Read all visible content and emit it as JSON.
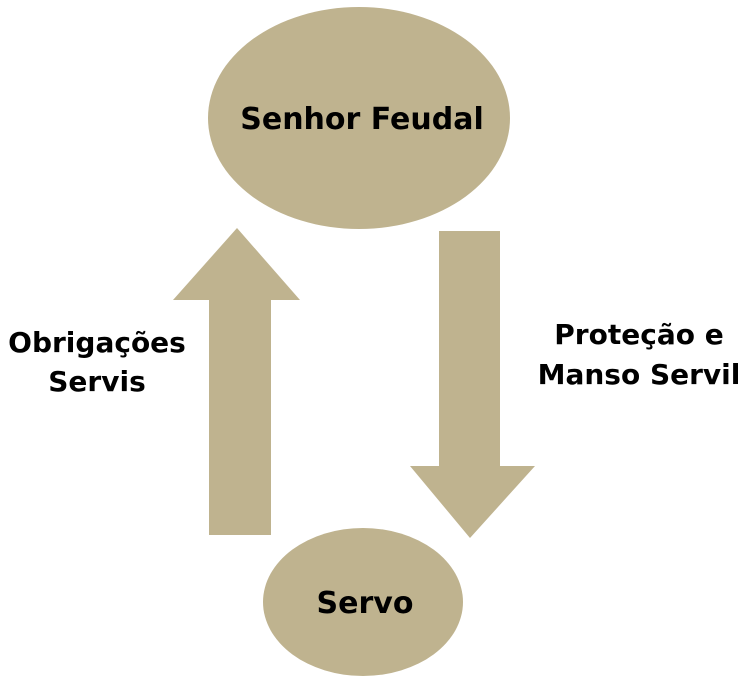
{
  "colors": {
    "shape_fill": "#bfb38f",
    "text": "#000000",
    "background": "#ffffff"
  },
  "nodes": {
    "lord": {
      "label": "Senhor Feudal"
    },
    "serf": {
      "label": "Servo"
    }
  },
  "edges": {
    "obligations": {
      "direction": "serf-to-lord",
      "line1": "Obrigações",
      "line2": "Servis"
    },
    "protection": {
      "direction": "lord-to-serf",
      "line1": "Proteção e",
      "line2": "Manso Servil"
    }
  }
}
